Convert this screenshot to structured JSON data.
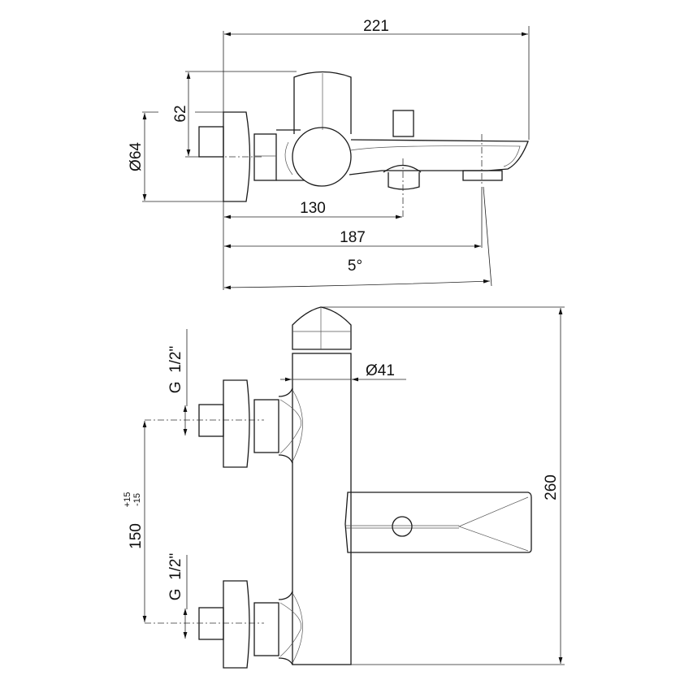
{
  "side_view": {
    "overall_length": "221",
    "lever_height": "62",
    "plate_diameter": "Ø64",
    "diverter_distance": "130",
    "spout_distance": "187",
    "spout_angle": "5°"
  },
  "front_view": {
    "overall_height": "260",
    "body_diameter": "Ø41",
    "inlet_spacing": "150",
    "tolerance_plus": "+15",
    "tolerance_minus": "-15",
    "thread_upper": "G  1/2\"",
    "thread_lower": "G  1/2\""
  },
  "colors": {
    "line": "#1a1a1a",
    "background": "#ffffff"
  }
}
